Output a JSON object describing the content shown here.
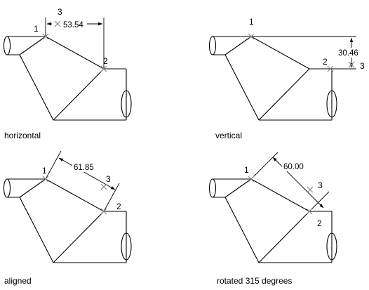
{
  "panels": [
    {
      "id": "horizontal",
      "caption": "horizontal",
      "value": "53.54",
      "p1": "1",
      "p2": "2",
      "p3": "3"
    },
    {
      "id": "vertical",
      "caption": "vertical",
      "value": "30.46",
      "p1": "1",
      "p2": "2",
      "p3": "3"
    },
    {
      "id": "aligned",
      "caption": "aligned",
      "value": "61.85",
      "p1": "1",
      "p2": "2",
      "p3": "3"
    },
    {
      "id": "rotated",
      "caption": "rotated 315 degrees",
      "value": "60.00",
      "p1": "1",
      "p2": "2",
      "p3": "3"
    }
  ]
}
